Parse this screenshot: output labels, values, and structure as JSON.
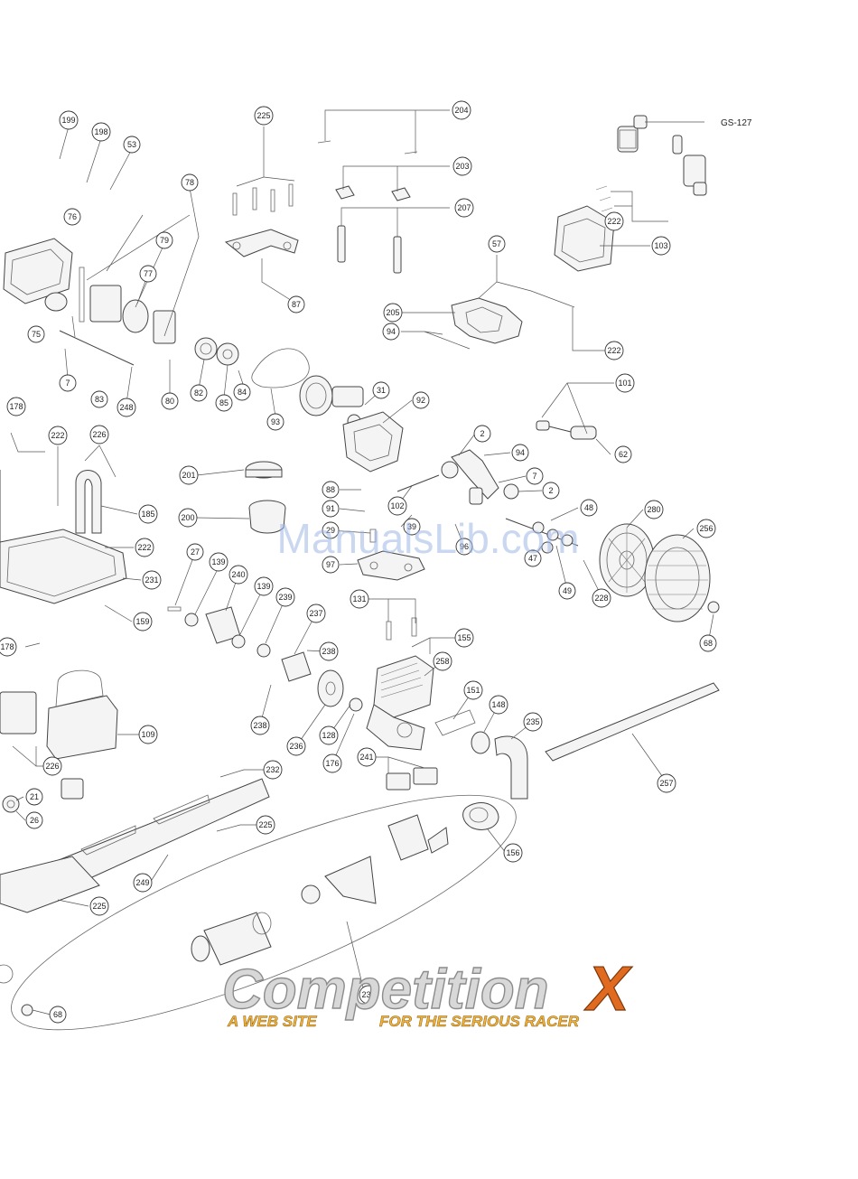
{
  "shock_code": "GS-127",
  "watermark": "ManualsLib.com",
  "logo": {
    "main": "Competition",
    "x": "X",
    "left_tag": "A WEB SITE",
    "right_tag": "FOR THE SERIOUS RACER"
  },
  "callouts": [
    "199",
    "198",
    "53",
    "78",
    "76",
    "79",
    "77",
    "75",
    "7",
    "83",
    "248",
    "80",
    "82",
    "85",
    "84",
    "93",
    "225",
    "87",
    "204",
    "203",
    "207",
    "57",
    "205",
    "94",
    "222",
    "222",
    "103",
    "31",
    "92",
    "101",
    "62",
    "2",
    "94",
    "7",
    "2",
    "178",
    "222",
    "226",
    "185",
    "222",
    "231",
    "159",
    "178",
    "201",
    "200",
    "88",
    "91",
    "102",
    "29",
    "39",
    "97",
    "96",
    "48",
    "47",
    "49",
    "228",
    "280",
    "256",
    "68",
    "27",
    "139",
    "240",
    "139",
    "239",
    "237",
    "238",
    "238",
    "236",
    "128",
    "176",
    "131",
    "155",
    "258",
    "151",
    "148",
    "235",
    "257",
    "241",
    "109",
    "226",
    "21",
    "26",
    "232",
    "225",
    "249",
    "225",
    "156",
    "230",
    "68"
  ]
}
